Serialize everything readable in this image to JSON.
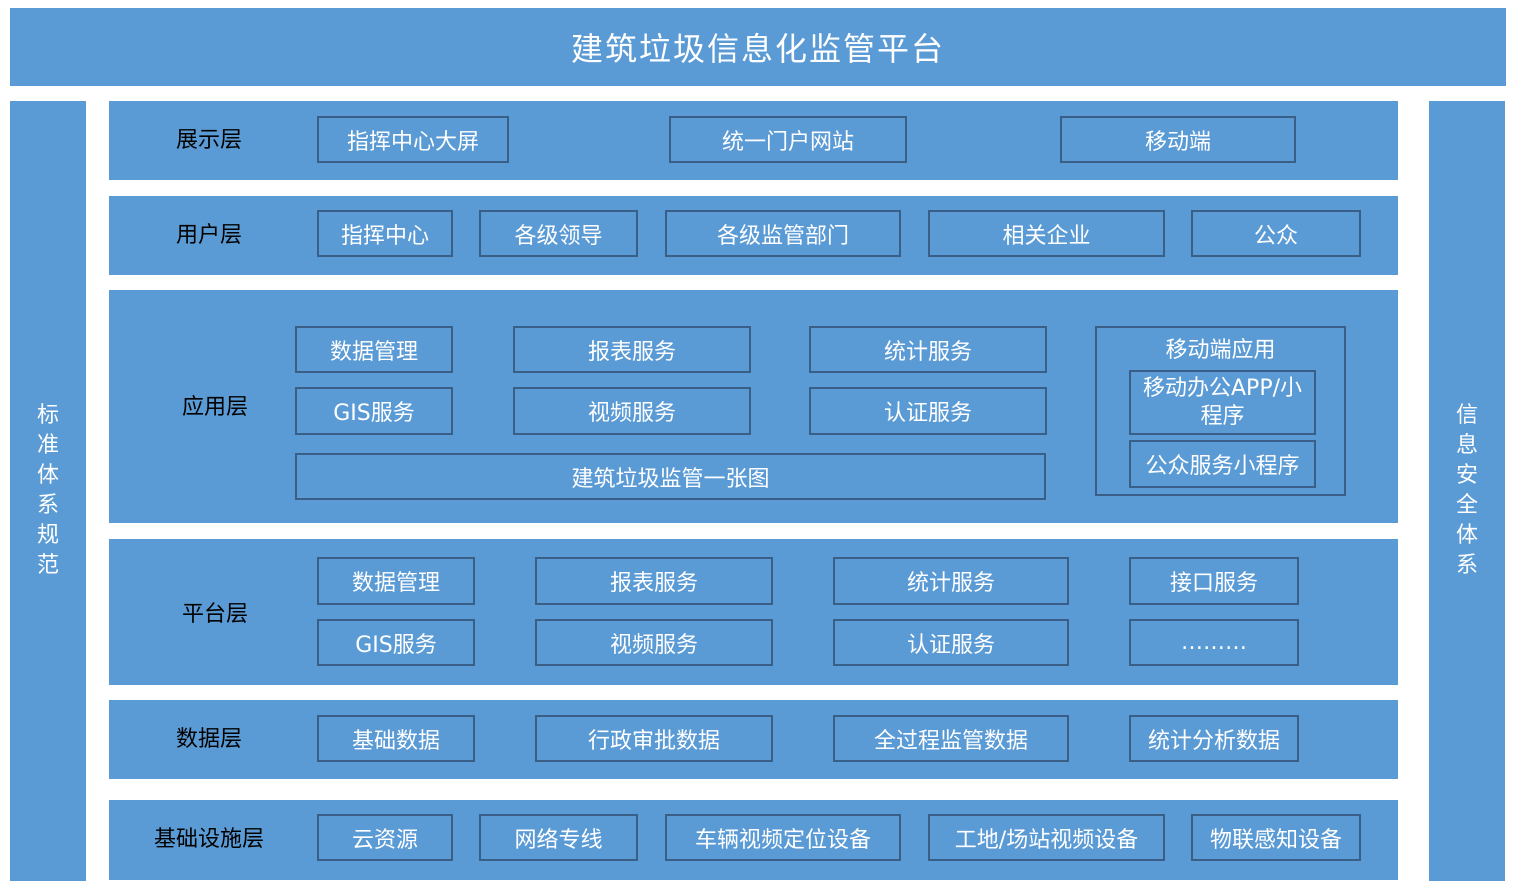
{
  "title": "建筑垃圾信息化监管平台",
  "left_pillar": "标准体系规范",
  "right_pillar": "信息安全体系",
  "layers": {
    "display": {
      "label": "展示层",
      "items": [
        "指挥中心大屏",
        "统一门户网站",
        "移动端"
      ]
    },
    "user": {
      "label": "用户层",
      "items": [
        "指挥中心",
        "各级领导",
        "各级监管部门",
        "相关企业",
        "公众"
      ]
    },
    "application": {
      "label": "应用层",
      "items": [
        "数据管理",
        "报表服务",
        "统计服务",
        "GIS服务",
        "视频服务",
        "认证服务",
        "建筑垃圾监管一张图"
      ],
      "mobile": {
        "title": "移动端应用",
        "items": [
          "移动办公APP/小程序",
          "公众服务小程序"
        ]
      }
    },
    "platform": {
      "label": "平台层",
      "items": [
        "数据管理",
        "报表服务",
        "统计服务",
        "接口服务",
        "GIS服务",
        "视频服务",
        "认证服务",
        "………"
      ]
    },
    "data": {
      "label": "数据层",
      "items": [
        "基础数据",
        "行政审批数据",
        "全过程监管数据",
        "统计分析数据"
      ]
    },
    "infrastructure": {
      "label": "基础设施层",
      "items": [
        "云资源",
        "网络专线",
        "车辆视频定位设备",
        "工地/场站视频设备",
        "物联感知设备"
      ]
    }
  }
}
